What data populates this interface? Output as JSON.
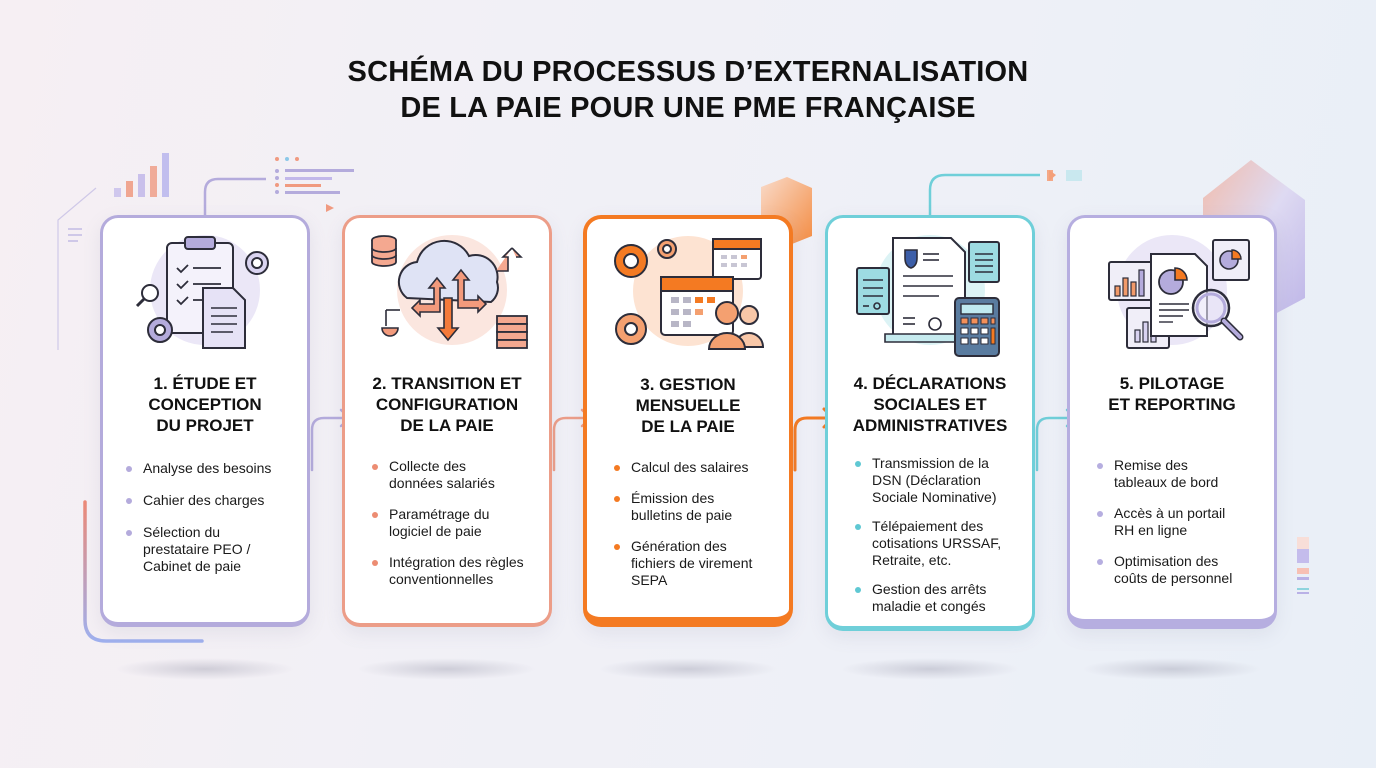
{
  "title": {
    "line1": "SCHÉMA DU PROCESSUS D’EXTERNALISATION",
    "line2": "DE LA PAIE POUR UNE PME FRANÇAISE"
  },
  "colors": {
    "step1": "#b4abdc",
    "step2": "#ec9d88",
    "step3": "#f47a22",
    "step4": "#6fcfd9",
    "step5": "#b6aee0"
  },
  "steps": [
    {
      "number": "1",
      "title_lines": [
        "1. ÉTUDE ET",
        "CONCEPTION",
        "DU PROJET"
      ],
      "icon": "clipboard-checklist-gears-icon",
      "bullets": [
        "Analyse des besoins",
        "Cahier des charges",
        "Sélection du prestataire PEO / Cabinet de paie"
      ]
    },
    {
      "number": "2",
      "title_lines": [
        "2. TRANSITION ET",
        "CONFIGURATION",
        "DE LA PAIE"
      ],
      "icon": "cloud-data-transfer-icon",
      "bullets": [
        "Collecte des données salariés",
        "Paramétrage du logiciel de paie",
        "Intégration des règles conventionnelles"
      ]
    },
    {
      "number": "3",
      "title_lines": [
        "3. GESTION",
        "MENSUELLE",
        "DE LA PAIE"
      ],
      "icon": "calendar-gears-people-icon",
      "bullets": [
        "Calcul des salaires",
        "Émission des bulletins de paie",
        "Génération des fichiers de virement SEPA"
      ]
    },
    {
      "number": "4",
      "title_lines": [
        "4. DÉCLARATIONS",
        "SOCIALES ET",
        "ADMINISTRATIVES"
      ],
      "icon": "documents-calculator-icon",
      "bullets": [
        "Transmission de la DSN (Déclaration Sociale Nominative)",
        "Télépaiement des cotisations URSSAF, Retraite, etc.",
        "Gestion des arrêts maladie et congés"
      ]
    },
    {
      "number": "5",
      "title_lines": [
        "5. PILOTAGE",
        "ET REPORTING"
      ],
      "icon": "charts-magnifier-icon",
      "bullets": [
        "Remise des tableaux de bord",
        "Accès à un portail RH en ligne",
        "Optimisation des coûts de personnel"
      ]
    }
  ]
}
